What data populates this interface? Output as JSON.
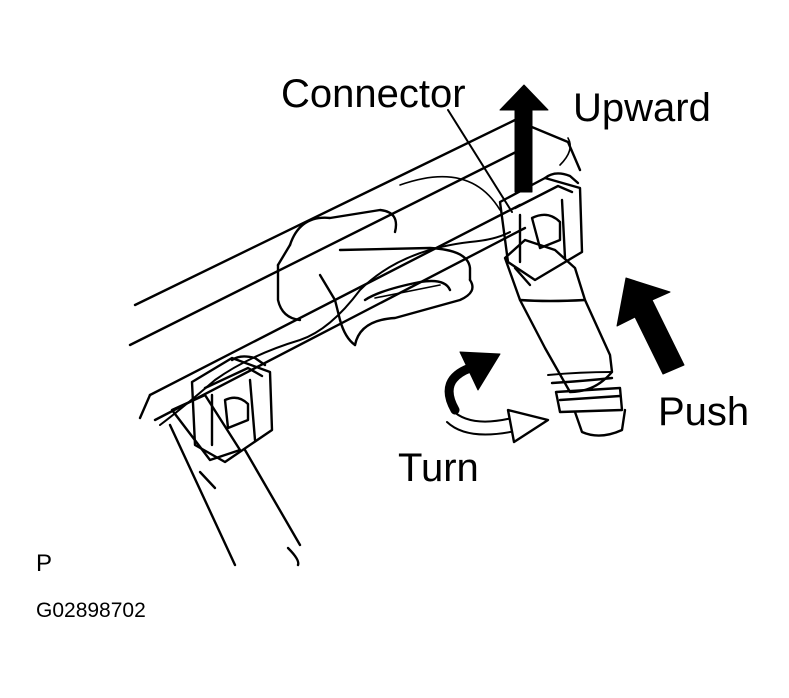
{
  "labels": {
    "connector": "Connector",
    "upward": "Upward",
    "push": "Push",
    "turn": "Turn",
    "view_letter": "P",
    "figure_code": "G02898702"
  },
  "colors": {
    "ink": "#000000",
    "paper": "#ffffff"
  }
}
